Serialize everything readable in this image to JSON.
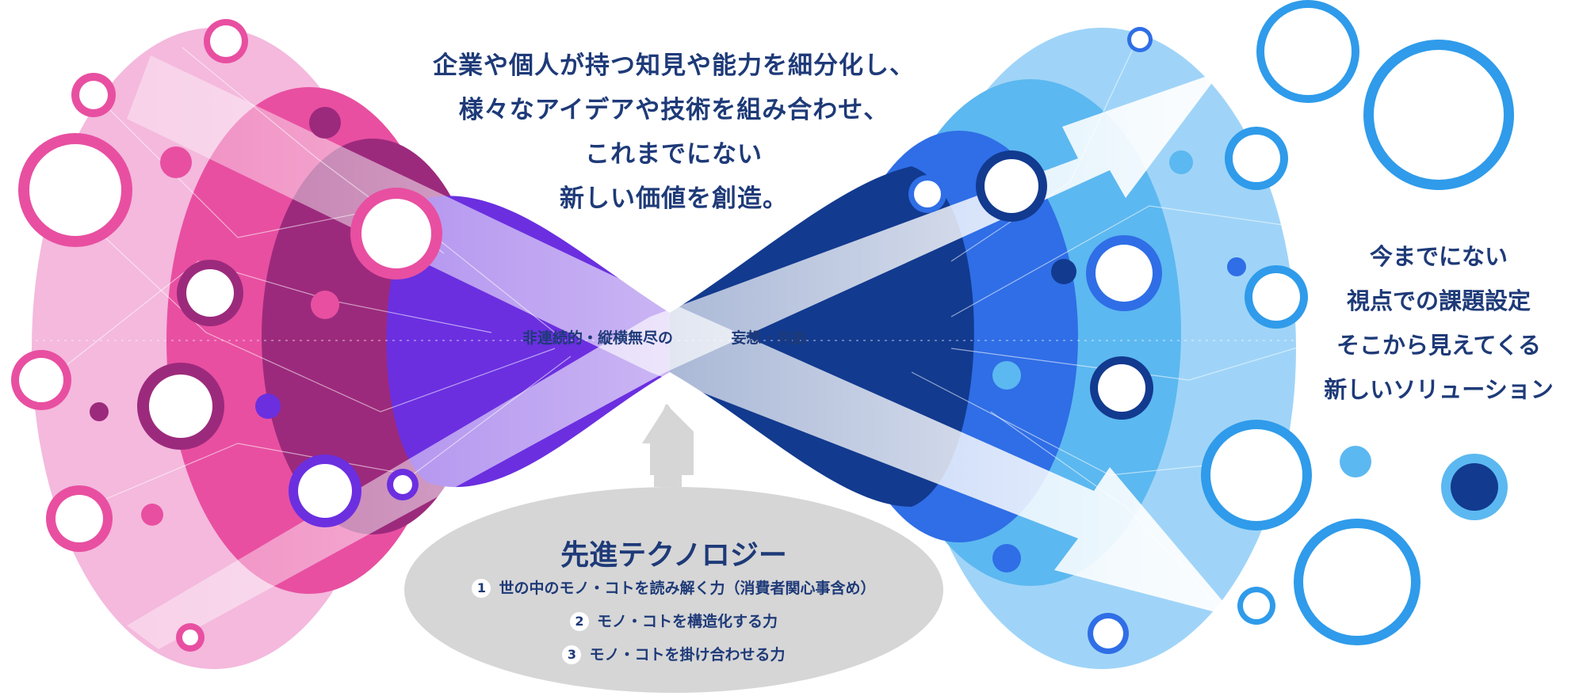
{
  "headline": {
    "lines": [
      "企業や個人が持つ知見や能力を細分化し、",
      "様々なアイデアや技術を組み合わせ、",
      "これまでにない",
      "新しい価値を創造。"
    ]
  },
  "center_label": {
    "left": "非連続的・縦横無尽の",
    "right": "妄想・共創"
  },
  "right_copy": {
    "lines": [
      "今までにない",
      "視点での課題設定",
      "そこから見えてくる",
      "新しいソリューション"
    ]
  },
  "technology": {
    "title": "先進テクノロジー",
    "items": [
      {
        "num": "1",
        "text": "世の中のモノ・コトを読み解く力（消費者関心事含め）"
      },
      {
        "num": "2",
        "text": "モノ・コトを構造化する力"
      },
      {
        "num": "3",
        "text": "モノ・コトを掛け合わせる力"
      }
    ]
  },
  "colors": {
    "pink_light": "#f4b9dd",
    "pink_mid": "#e84fa1",
    "magenta_dark": "#9c2a7c",
    "purple": "#6b2fe0",
    "navy": "#123a8f",
    "blue_mid": "#2f6ee6",
    "blue_light": "#9fd4f8",
    "text_navy": "#1e3a78",
    "gray_bubble": "#d6d6d6"
  },
  "icons": {
    "left": [
      "car-icon",
      "balance-scale-icon",
      "wrench-building-icon",
      "satellite-icon",
      "consultation-icon",
      "drone-icon",
      "vr-goggles-icon",
      "flask-icon"
    ],
    "right": [
      "laptop-icon",
      "soccer-player-icon",
      "drone-dashboard-icon",
      "globe-icon",
      "presenter-icon",
      "idea-team-icon",
      "vr-headset-icon",
      "meeting-icon",
      "scales-icon",
      "science-growth-icon",
      "satellite-icon",
      "checklist-icon",
      "star-icon",
      "team-icon"
    ]
  }
}
